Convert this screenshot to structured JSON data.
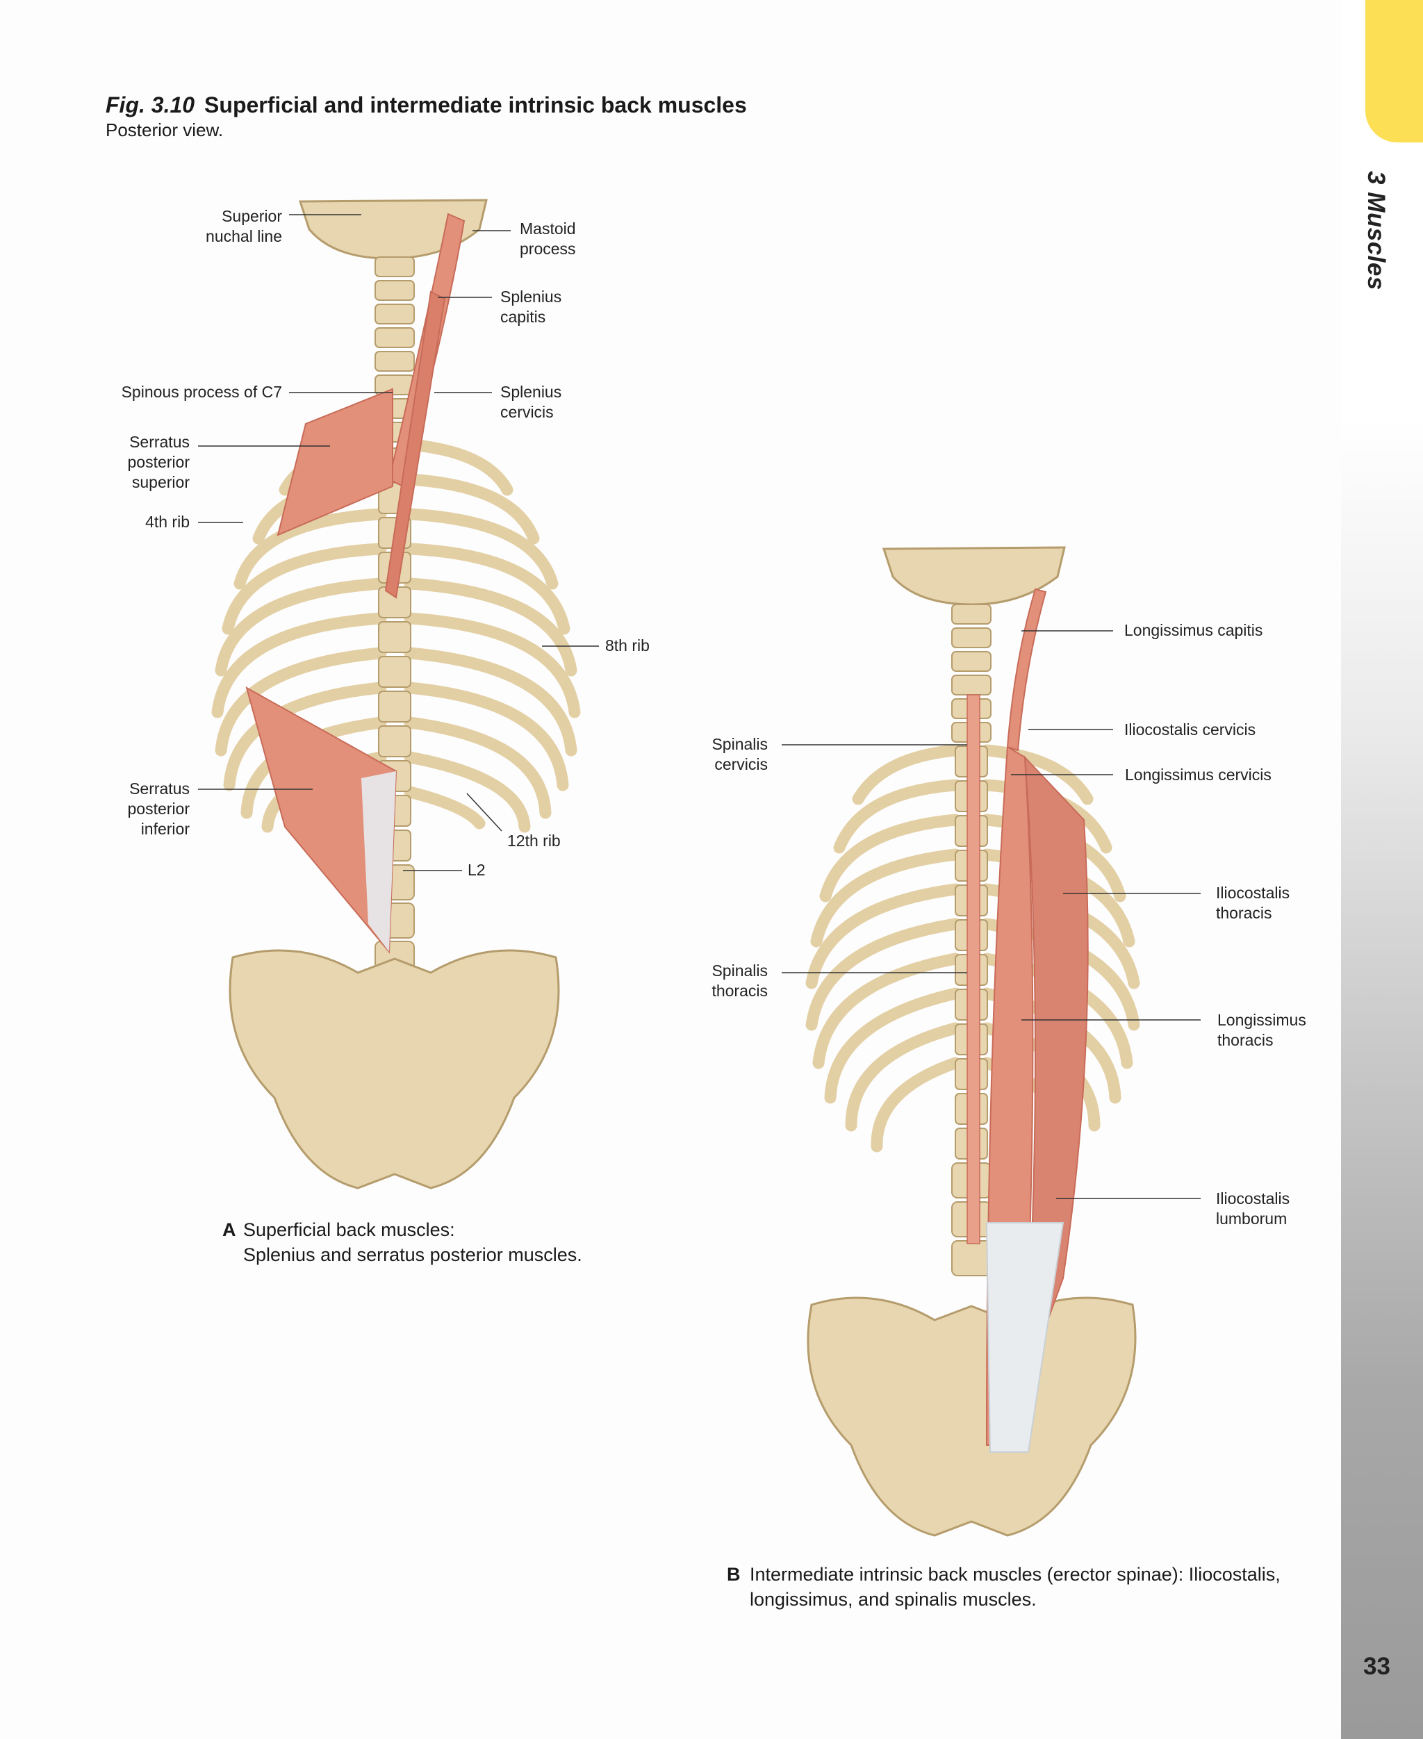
{
  "side_tab": {
    "chapter": "3 Muscles",
    "page_number": "33"
  },
  "figure": {
    "number": "Fig. 3.10",
    "title": "Superficial and intermediate intrinsic back muscles",
    "subtitle": "Posterior view."
  },
  "panel_a": {
    "labels": {
      "superior_nuchal_line": "Superior\nnuchal line",
      "mastoid_process": "Mastoid\nprocess",
      "splenius_capitis": "Splenius\ncapitis",
      "spinous_process_c7": "Spinous process of C7",
      "splenius_cervicis": "Splenius\ncervicis",
      "serratus_posterior_superior": "Serratus\nposterior\nsuperior",
      "rib_4th": "4th rib",
      "rib_8th": "8th rib",
      "serratus_posterior_inferior": "Serratus\nposterior\ninferior",
      "rib_12th": "12th rib",
      "l2": "L2"
    },
    "caption_letter": "A",
    "caption_text": "Superficial back muscles:\nSplenius and serratus posterior muscles."
  },
  "panel_b": {
    "labels": {
      "longissimus_capitis": "Longissimus capitis",
      "iliocostalis_cervicis": "Iliocostalis cervicis",
      "spinalis_cervicis": "Spinalis\ncervicis",
      "longissimus_cervicis": "Longissimus cervicis",
      "iliocostalis_thoracis": "Iliocostalis\nthoracis",
      "spinalis_thoracis": "Spinalis\nthoracis",
      "longissimus_thoracis": "Longissimus\nthoracis",
      "iliocostalis_lumborum": "Iliocostalis\nlumborum"
    },
    "caption_letter": "B",
    "caption_text": "Intermediate intrinsic back muscles (erector spinae): Iliocostalis,\nlongissimus, and spinalis muscles."
  },
  "colors": {
    "bone": "#e7d6b0",
    "bone_edge": "#b59c6c",
    "muscle": "#e2907a",
    "tendon": "#e8ecef",
    "cartilage": "#b7beb9",
    "tab_yellow": "#fcdf55"
  }
}
